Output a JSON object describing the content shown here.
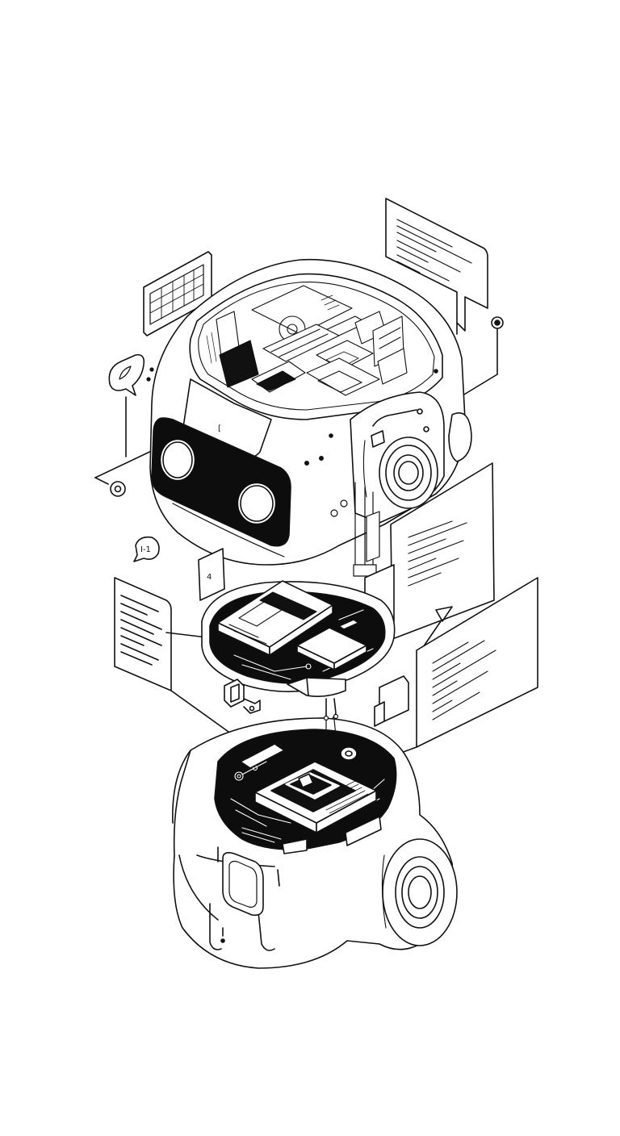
{
  "diagram": {
    "kind": "exploded isometric line drawing of a small robot",
    "style": "black ink line art on white",
    "colors": {
      "ink": "#111111",
      "paper": "#ffffff",
      "fill_dark": "#0d0d0d"
    },
    "labels": {
      "head_slot_mark": "[",
      "chat_bubble_mark": "I-1",
      "side_card_mark": "4"
    },
    "components": [
      {
        "name": "top-shell-with-boards",
        "icon": "robot-head-icon"
      },
      {
        "name": "eye-visor",
        "icon": "visor-icon"
      },
      {
        "name": "side-camera-lens",
        "icon": "camera-lens-icon"
      },
      {
        "name": "middle-board-plate",
        "icon": "circuit-plate-icon"
      },
      {
        "name": "bottom-base-with-mainboard",
        "icon": "chip-icon"
      },
      {
        "name": "rear-wheel",
        "icon": "wheel-icon"
      }
    ],
    "callouts": [
      {
        "name": "callout-calendar-card",
        "icon": "calendar-icon"
      },
      {
        "name": "callout-top-right-panel",
        "icon": "text-panel-icon"
      },
      {
        "name": "callout-right-mid-panel",
        "icon": "text-panel-icon"
      },
      {
        "name": "callout-right-lower-panel",
        "icon": "text-panel-icon"
      },
      {
        "name": "callout-left-doc-card",
        "icon": "document-icon"
      },
      {
        "name": "callout-speech-bubble",
        "icon": "speech-bubble-icon"
      },
      {
        "name": "callout-connector-chip",
        "icon": "connector-icon"
      }
    ]
  }
}
